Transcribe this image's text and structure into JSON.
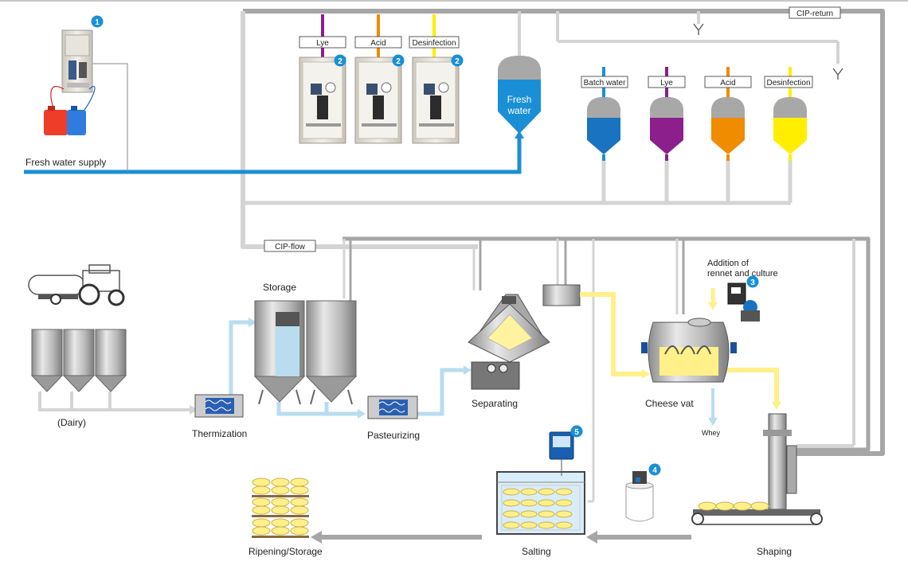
{
  "badges": {
    "b1": "1",
    "b2": "2",
    "b3": "3",
    "b4": "4",
    "b5": "5"
  },
  "labels": {
    "fresh_water_supply": "Fresh water supply",
    "fresh_water": [
      "Fresh",
      "water"
    ],
    "cip_return": "CIP-return",
    "cip_flow": "CIP-flow",
    "dosing_tags": [
      "Lye",
      "Acid",
      "Desinfection"
    ],
    "tank_tags": [
      "Batch water",
      "Lye",
      "Acid",
      "Desinfection"
    ],
    "dairy": "(Dairy)",
    "thermization": "Thermization",
    "storage": "Storage",
    "pasteurizing": "Pasteurizing",
    "separating": "Separating",
    "addition": [
      "Addition of",
      "rennet and culture"
    ],
    "cheese_vat": "Cheese vat",
    "whey": "Whey",
    "shaping": "Shaping",
    "salting": "Salting",
    "ripening": "Ripening/Storage"
  },
  "colors": {
    "water": "#1a8fd6",
    "lye": "#8c1f8c",
    "acid": "#f08c00",
    "disinfection": "#ffee00",
    "milk": "#b9dcef",
    "pipe_grey": "#d4d4d4",
    "pipe_dark": "#a6a6a6",
    "whey_yellow": "#fff08a",
    "badge": "#1a8fd6"
  }
}
